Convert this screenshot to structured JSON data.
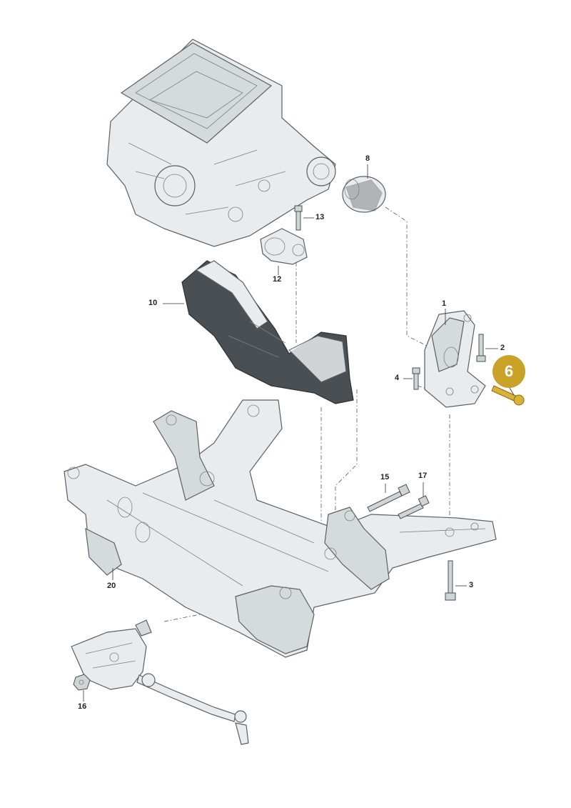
{
  "callouts": {
    "c1": "1",
    "c2": "2",
    "c3": "3",
    "c4": "4",
    "c6": "6",
    "c8": "8",
    "c10": "10",
    "c12": "12",
    "c13": "13",
    "c15": "15",
    "c16": "16",
    "c17": "17",
    "c20": "20"
  },
  "colors": {
    "highlight": "#c9a227",
    "line_art": "#5a5f63",
    "background": "#ffffff"
  },
  "highlighted_part": "6"
}
